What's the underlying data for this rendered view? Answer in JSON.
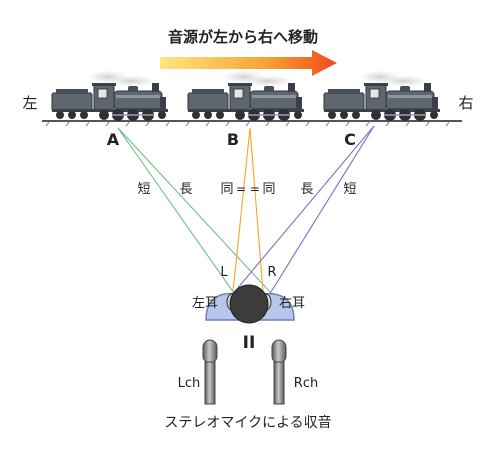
{
  "title": "音源が左から右へ移動",
  "side_labels": {
    "left": "左",
    "right": "右"
  },
  "positions": [
    {
      "id": "A",
      "left_ray": "短",
      "right_ray": "長",
      "color": "#6fbf8a"
    },
    {
      "id": "B",
      "left_ray": "同",
      "right_ray": "同",
      "color": "#f5a623"
    },
    {
      "id": "C",
      "left_ray": "長",
      "right_ray": "短",
      "color": "#7b6fd0"
    }
  ],
  "equals_mark": "= =",
  "ear_channels": {
    "left": "L",
    "right": "R"
  },
  "ear_labels": {
    "left": "左耳",
    "right": "右耳"
  },
  "pause_mark": "II",
  "mic_labels": {
    "left": "Lch",
    "right": "Rch"
  },
  "caption": "ステレオマイクによる収音",
  "colors": {
    "arrow_start": "#ffe680",
    "arrow_end": "#f04a1c",
    "train": "#5f6670",
    "train_dark": "#3b4048",
    "track": "#555555",
    "head": "#3c3c3c",
    "shoulder": "#b7c6ea",
    "mic": "#7a7a7a"
  }
}
